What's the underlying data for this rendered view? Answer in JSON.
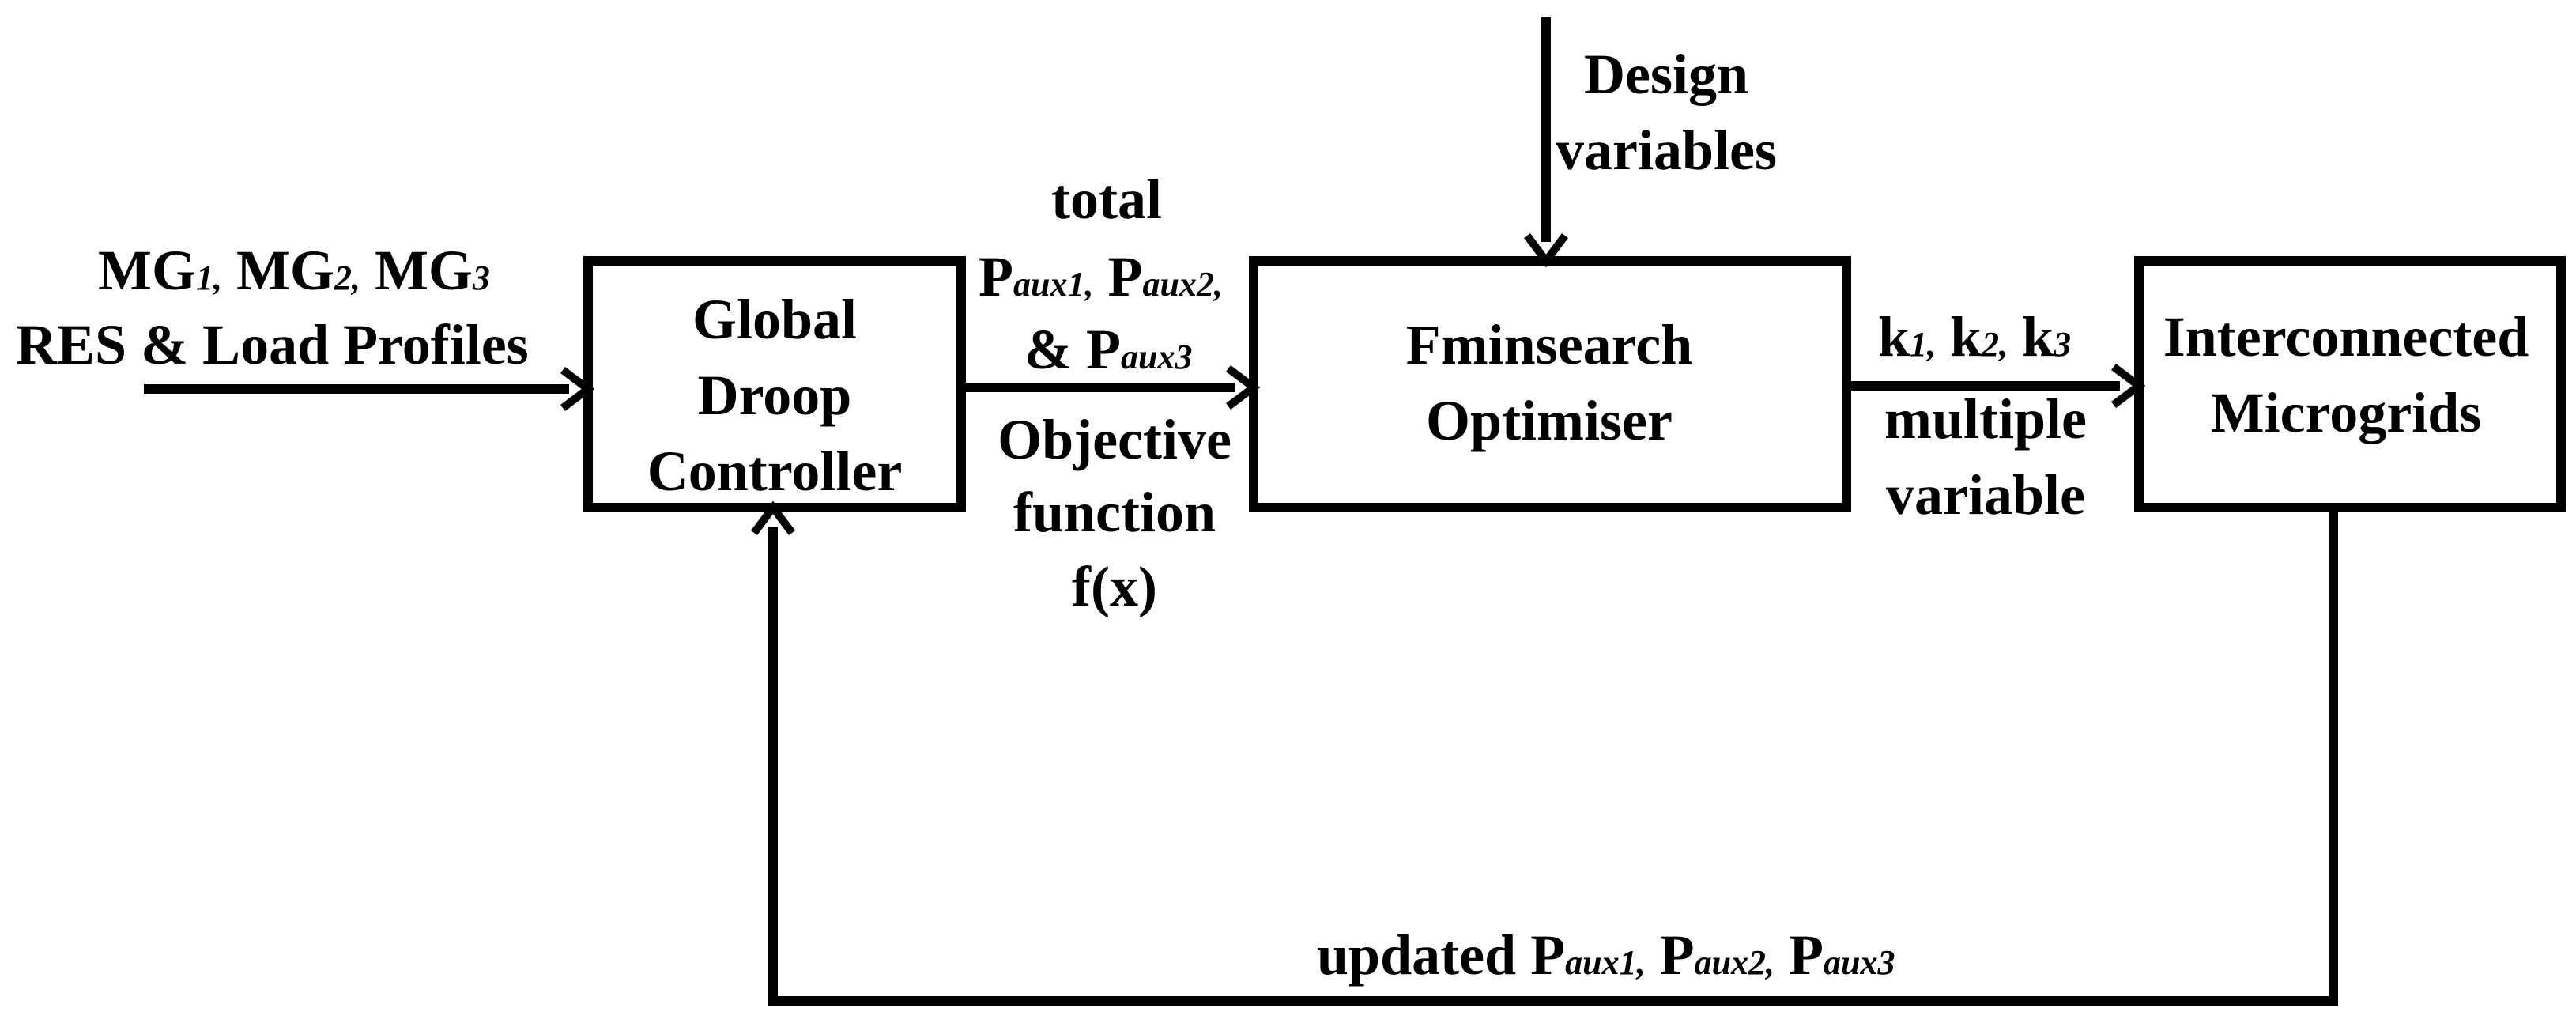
{
  "colors": {
    "stroke": "#000000",
    "background": "#ffffff"
  },
  "inputs": {
    "mg_label": "MG",
    "mg1_sub": "1,",
    "mg2_sub": "2,",
    "mg3_sub": "3",
    "res_load": "RES & Load Profiles"
  },
  "blocks": {
    "global_droop": [
      "Global",
      "Droop",
      "Controller"
    ],
    "fminsearch": [
      "Fminsearch",
      "Optimiser"
    ],
    "interconnected": [
      "Interconnected",
      "Microgrids"
    ]
  },
  "design_variables": [
    "Design",
    "variables"
  ],
  "paux_top": {
    "total": "total",
    "p": "P",
    "aux1": "aux1,",
    "aux2": "aux2,",
    "amp": "& ",
    "aux3": "aux3"
  },
  "objective": [
    "Objective",
    "function",
    "f(x)"
  ],
  "k_labels": {
    "k": "k",
    "k1_sub": "1,",
    "k2_sub": "2,",
    "k3_sub": "3",
    "multiple": "multiple",
    "variable": "variable"
  },
  "feedback": {
    "updated": "updated ",
    "p": "P",
    "aux1": "aux1,",
    "aux2": "aux2,",
    "aux3": "aux3"
  }
}
